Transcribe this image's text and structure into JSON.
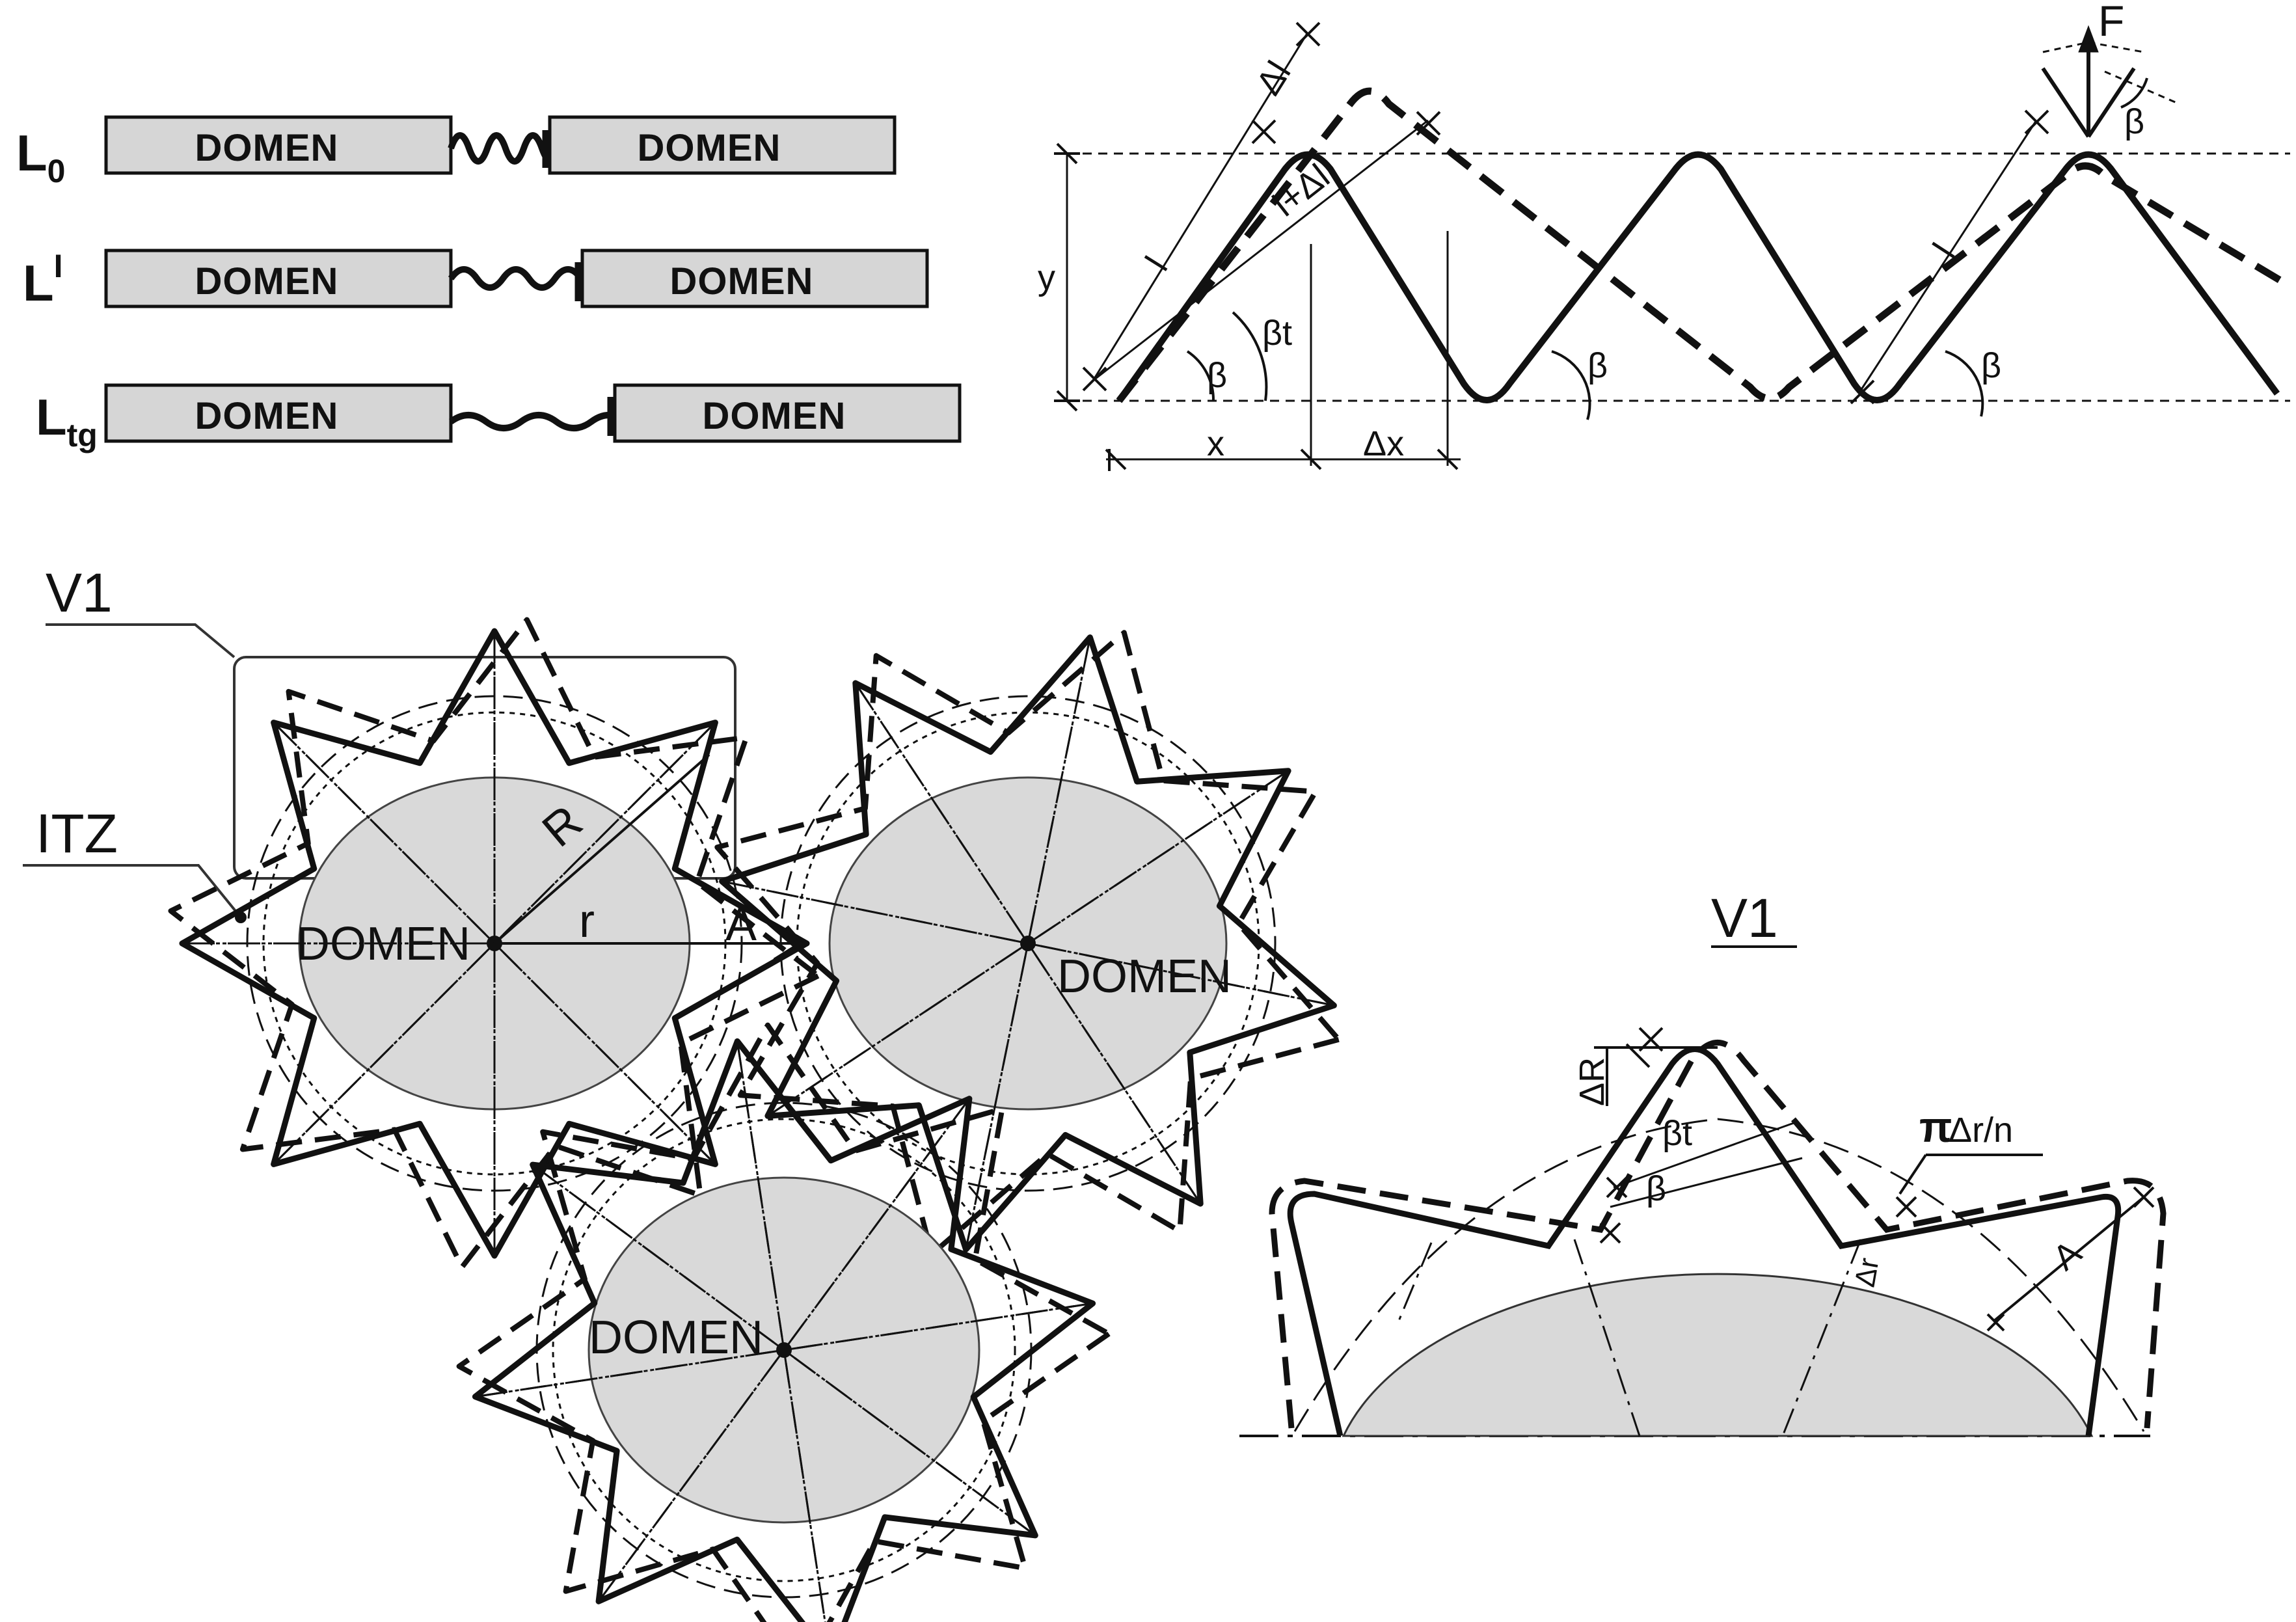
{
  "palette": {
    "ink": "#111111",
    "domain_fill": "#d9d9d9",
    "box_fill": "#d6d6d6"
  },
  "linker_panel": {
    "rows": [
      {
        "label": "L",
        "subscript": "0",
        "superscript": "",
        "left_box": "DOMEN",
        "right_box": "DOMEN"
      },
      {
        "label": "L",
        "subscript": "",
        "superscript": "I",
        "left_box": "DOMEN",
        "right_box": "DOMEN"
      },
      {
        "label": "L",
        "subscript": "tg",
        "superscript": "",
        "left_box": "DOMEN",
        "right_box": "DOMEN"
      }
    ]
  },
  "wave_panel": {
    "labels": {
      "y": "y",
      "x": "x",
      "dx": "Δx",
      "l": "l",
      "dl": "Δl",
      "l_plus_dl": "l+Δl",
      "beta": "β",
      "beta_t": "βt",
      "force": "F"
    }
  },
  "star_panel": {
    "callouts": {
      "v1": "V1",
      "itz": "ITZ"
    },
    "domain_label": "DOMEN",
    "radius_labels": {
      "R": "R",
      "r": "r",
      "A": "A"
    }
  },
  "detail_panel": {
    "title": "V1",
    "labels": {
      "dR": "ΔR",
      "beta_t": "βt",
      "beta": "β",
      "pi": "π",
      "dr_over_n": "Δr/n",
      "dr": "Δr",
      "A": "A"
    }
  }
}
